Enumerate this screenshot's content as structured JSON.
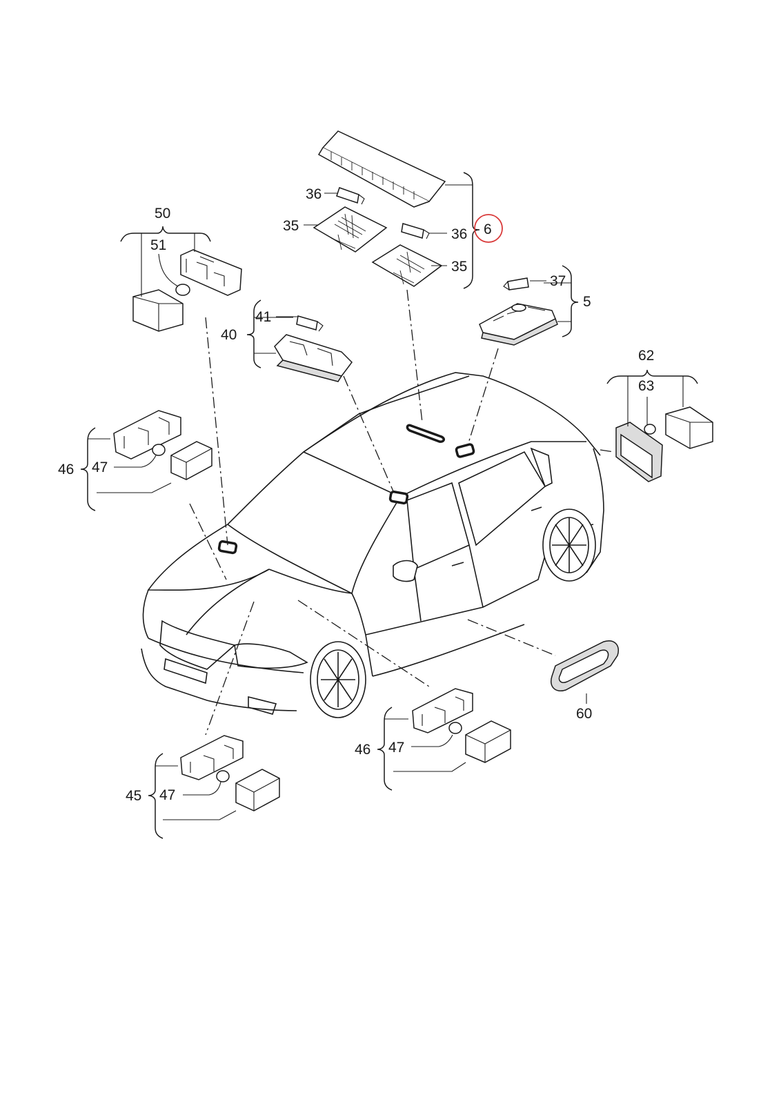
{
  "diagram": {
    "callouts": {
      "c6": "6",
      "c35a": "35",
      "c35b": "35",
      "c36a": "36",
      "c36b": "36",
      "c37": "37",
      "c5": "5",
      "c41": "41",
      "c40": "40",
      "c50": "50",
      "c51": "51",
      "c62": "62",
      "c63": "63",
      "c46a": "46",
      "c47a": "47",
      "c46b": "46",
      "c47b": "47",
      "c45": "45",
      "c47c": "47",
      "c60": "60"
    },
    "highlight": {
      "callout": "6",
      "color": "#d93a3a"
    }
  }
}
